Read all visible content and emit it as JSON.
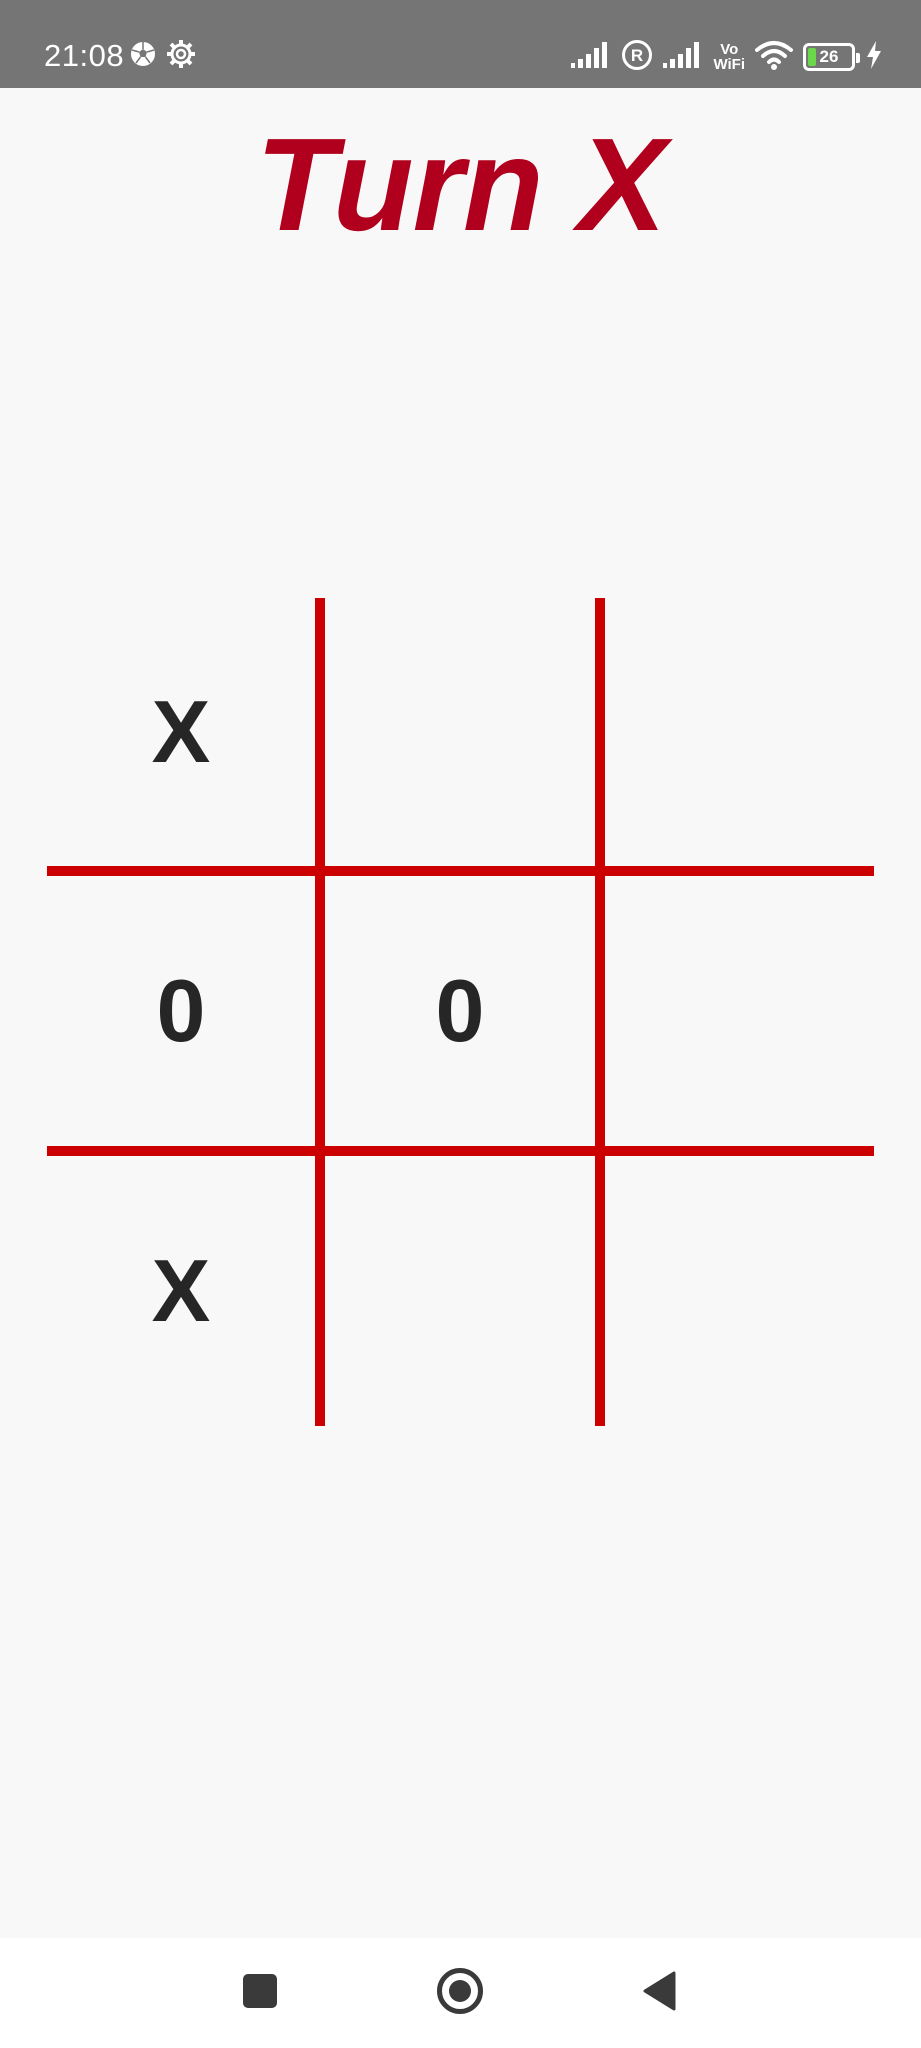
{
  "status_bar": {
    "time": "21:08",
    "vowifi_top": "Vo",
    "vowifi_bottom": "WiFi",
    "battery_level": "26",
    "icons": [
      "football-icon",
      "settings-gear-icon",
      "signal-icon",
      "roaming-icon",
      "signal-icon",
      "vowifi-icon",
      "wifi-icon",
      "battery-icon",
      "charging-icon"
    ]
  },
  "game": {
    "title": "Turn X",
    "title_color": "#b0001e",
    "line_color": "#cc0000",
    "board": [
      [
        "X",
        "",
        ""
      ],
      [
        "0",
        "0",
        ""
      ],
      [
        "X",
        "",
        ""
      ]
    ]
  },
  "nav_bar": {
    "buttons": [
      "recent-apps-icon",
      "home-icon",
      "back-icon"
    ]
  }
}
